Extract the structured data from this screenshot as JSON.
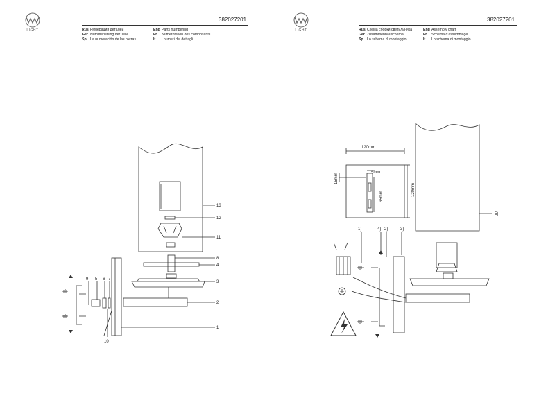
{
  "left_page": {
    "logo_text": "LIGHT",
    "doc_number": "382027201",
    "legend": [
      {
        "code": "Rus",
        "text": "Нумерация деталей"
      },
      {
        "code": "Ger",
        "text": "Nummerierung der Teile"
      },
      {
        "code": "Sp",
        "text": "La numeración de las piezas"
      },
      {
        "code": "Eng",
        "text": "Parts numbering"
      },
      {
        "code": "Fr",
        "text": "Numérotation des composants"
      },
      {
        "code": "It",
        "text": "I numeri dei dettagli"
      }
    ],
    "callouts": [
      "13",
      "12",
      "11",
      "8",
      "4",
      "3",
      "2",
      "1",
      "9",
      "5",
      "6",
      "7",
      "10"
    ]
  },
  "right_page": {
    "logo_text": "LIGHT",
    "doc_number": "382027201",
    "legend": [
      {
        "code": "Rus",
        "text": "Схема сборки светильника"
      },
      {
        "code": "Ger",
        "text": "Zusammenbauschema"
      },
      {
        "code": "Sp",
        "text": "Lo schema di montaggio"
      },
      {
        "code": "Eng",
        "text": "Assembly chart"
      },
      {
        "code": "Fr",
        "text": "Schéma d'assemblage"
      },
      {
        "code": "It",
        "text": "Lo schema di montaggio"
      }
    ],
    "dimensions": {
      "width": "120mm",
      "height": "120mm",
      "offset": "15mm",
      "slot": "5mm",
      "slot_length": "65mm"
    },
    "steps": [
      "1)",
      "4)",
      "2)",
      "3)",
      "5)"
    ]
  }
}
